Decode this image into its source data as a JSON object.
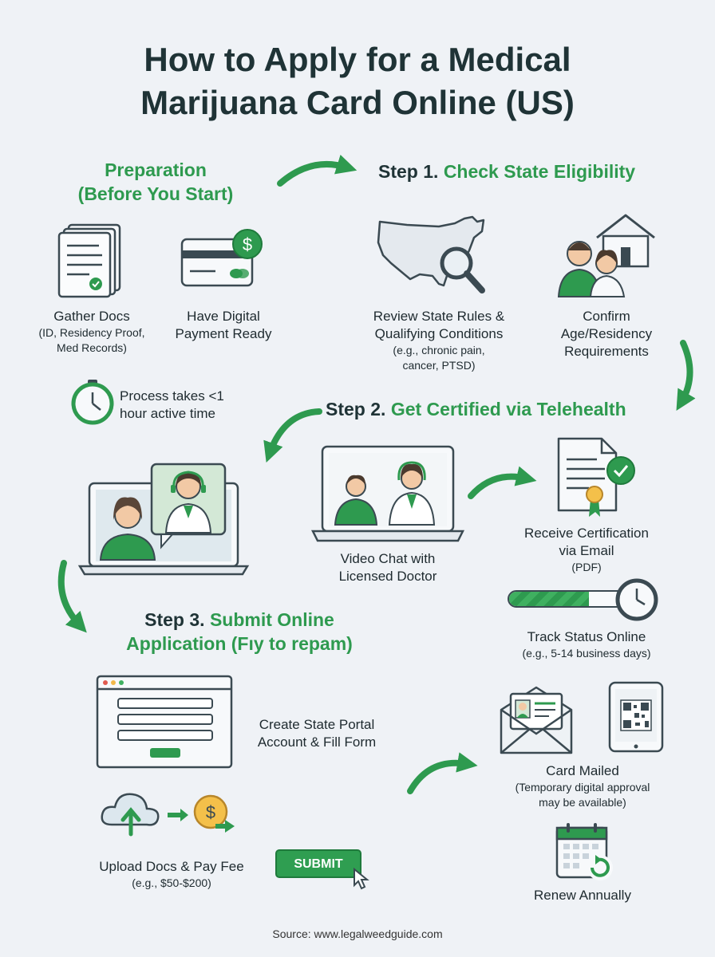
{
  "title": {
    "line1": "How to Apply for a Medical",
    "line2": "Marijuana Card Online (US)"
  },
  "preparation": {
    "heading_line1": "Preparation",
    "heading_line2": "(Before You Start)",
    "gather_docs": {
      "title": "Gather Docs",
      "detail_line1": "(ID, Residency Proof,",
      "detail_line2": "Med Records)"
    },
    "payment": {
      "line1": "Have Digital",
      "line2": "Payment Ready"
    },
    "time": {
      "line1": "Process takes <1",
      "line2": "hour active time"
    }
  },
  "step1": {
    "prefix": "Step 1.",
    "title": "Check State Eligibility",
    "review": {
      "line1": "Review State Rules &",
      "line2": "Qualifying Conditions",
      "detail_line1": "(e.g., chronic pain,",
      "detail_line2": "cancer, PTSD)"
    },
    "confirm": {
      "line1": "Confirm",
      "line2": "Age/Residency",
      "line3": "Requirements"
    }
  },
  "step2": {
    "prefix": "Step 2.",
    "title": "Get Certified via Telehealth",
    "video": {
      "line1": "Video Chat with",
      "line2": "Licensed Doctor"
    },
    "certification": {
      "line1": "Receive Certification",
      "line2_main": "via Email",
      "line2_suffix": "(PDF)"
    }
  },
  "step3": {
    "prefix": "Step 3.",
    "title_line1": "Submit Online",
    "title_line2": "Application (Fıy to repam)",
    "portal": {
      "line1": "Create State Portal",
      "line2": "Account & Fill Form"
    },
    "upload": {
      "title": "Upload Docs & Pay Fee",
      "detail": "(e.g., $50-$200)"
    },
    "submit_label": "SUBMIT"
  },
  "tracking": {
    "title": "Track Status Online",
    "detail": "(e.g., 5-14 business days)",
    "progress": 0.6
  },
  "mailed": {
    "title": "Card Mailed",
    "detail_line1": "(Temporary digital approval",
    "detail_line2": "may be available)"
  },
  "renew": {
    "title": "Renew Annually"
  },
  "source": "Source: www.legalweedguide.com",
  "colors": {
    "accent_green": "#2e9a4f",
    "dark_text": "#1f3336",
    "background": "#eff2f6"
  }
}
